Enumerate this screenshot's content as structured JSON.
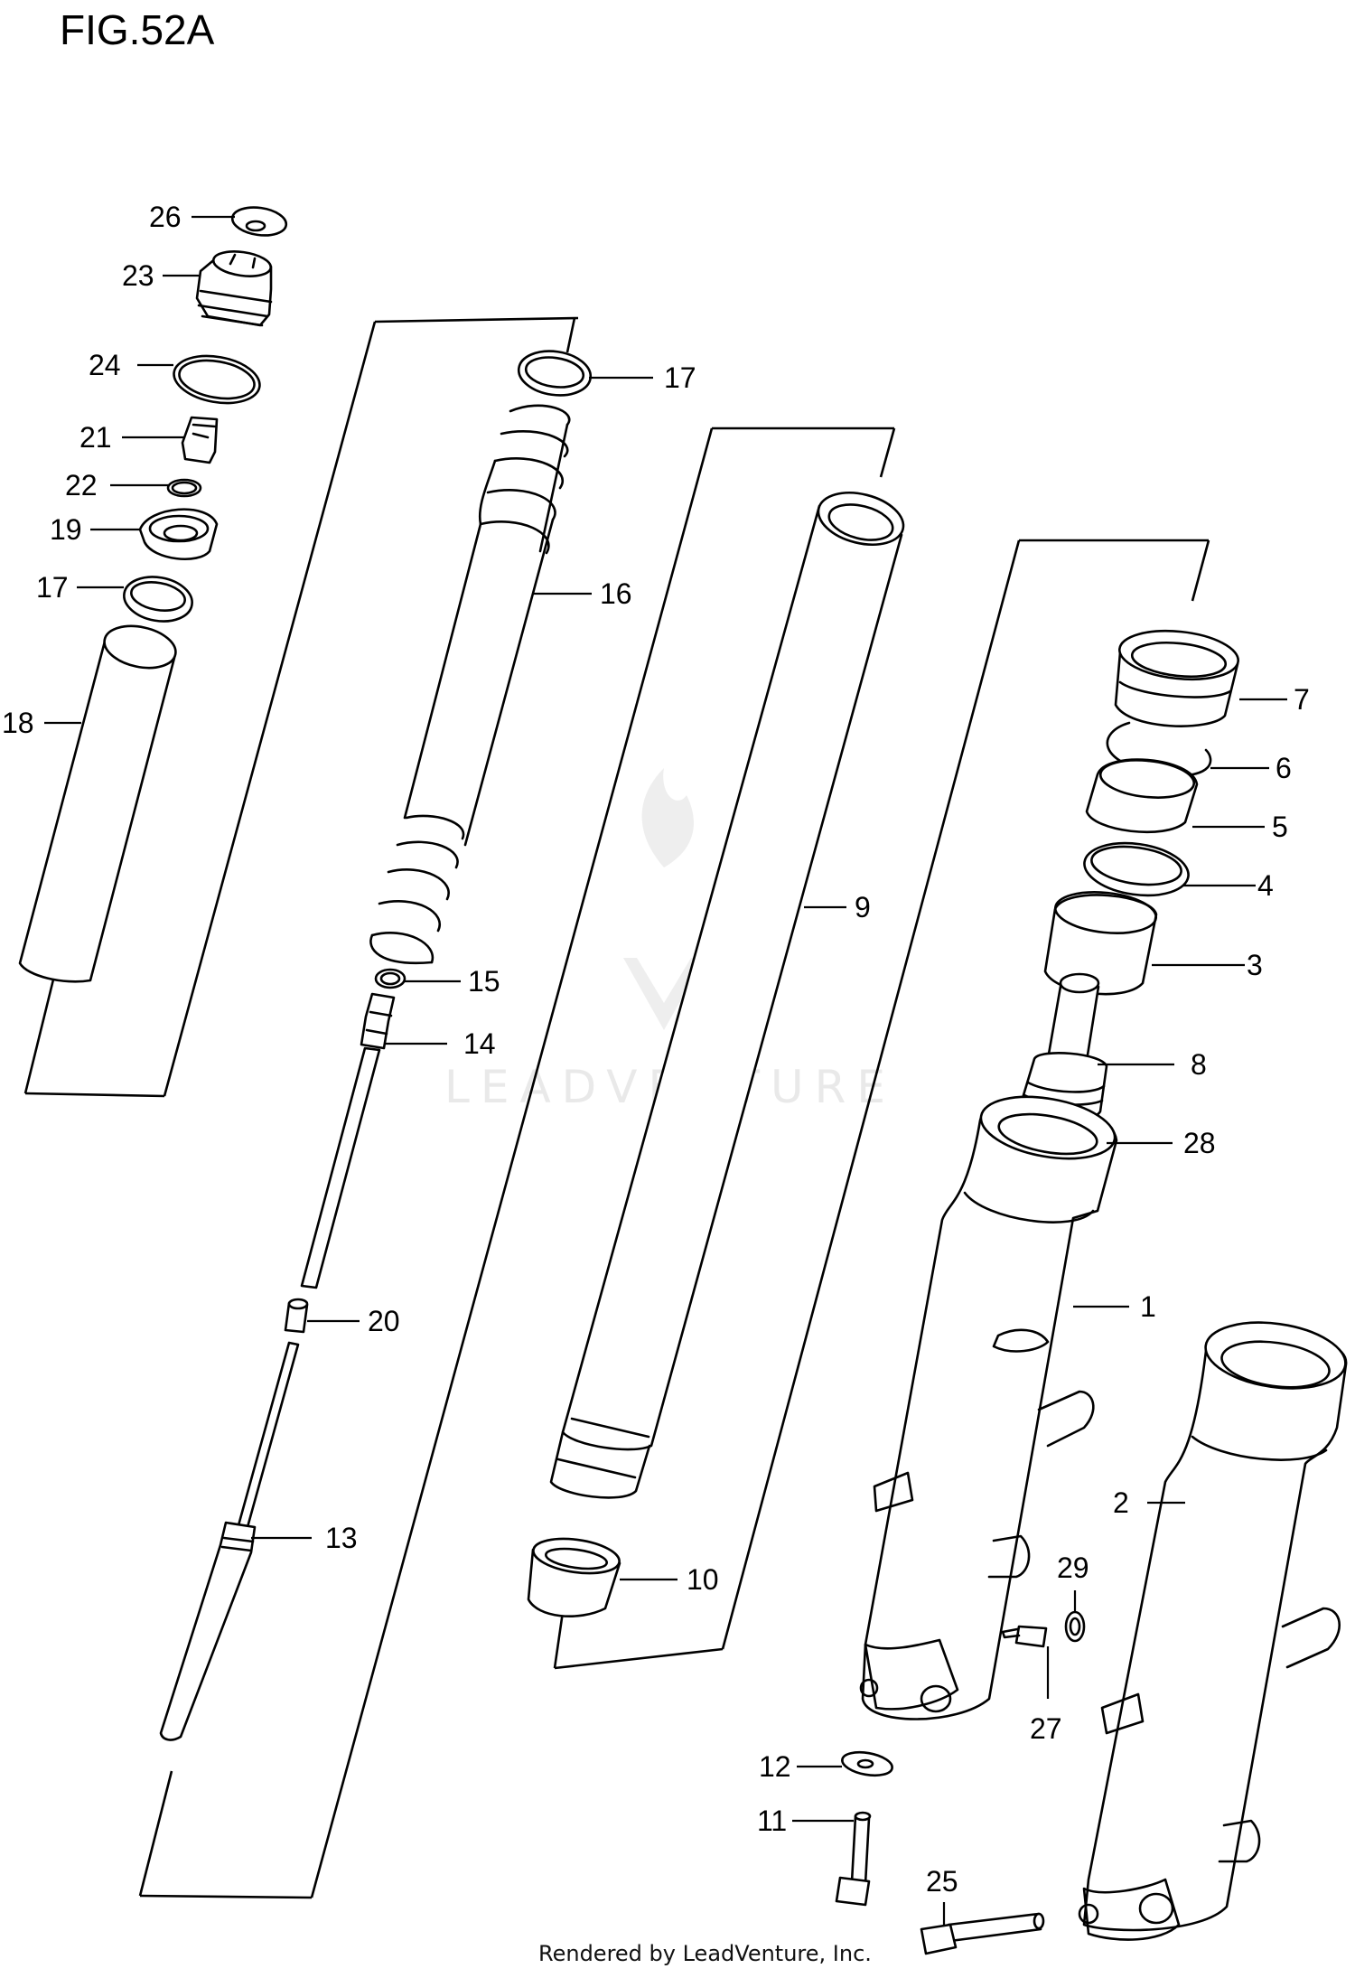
{
  "figure": {
    "title": "FIG.52A",
    "credit": "Rendered by LeadVenture, Inc.",
    "watermark": "LEADVENTURE"
  },
  "callouts": {
    "c1": "1",
    "c2": "2",
    "c3": "3",
    "c4": "4",
    "c5": "5",
    "c6": "6",
    "c7": "7",
    "c8": "8",
    "c9": "9",
    "c10": "10",
    "c11": "11",
    "c12": "12",
    "c13": "13",
    "c14": "14",
    "c15": "15",
    "c16": "16",
    "c17a": "17",
    "c17b": "17",
    "c18": "18",
    "c19": "19",
    "c20": "20",
    "c21": "21",
    "c22": "22",
    "c23": "23",
    "c24": "24",
    "c25": "25",
    "c26": "26",
    "c27": "27",
    "c28": "28",
    "c29": "29"
  }
}
